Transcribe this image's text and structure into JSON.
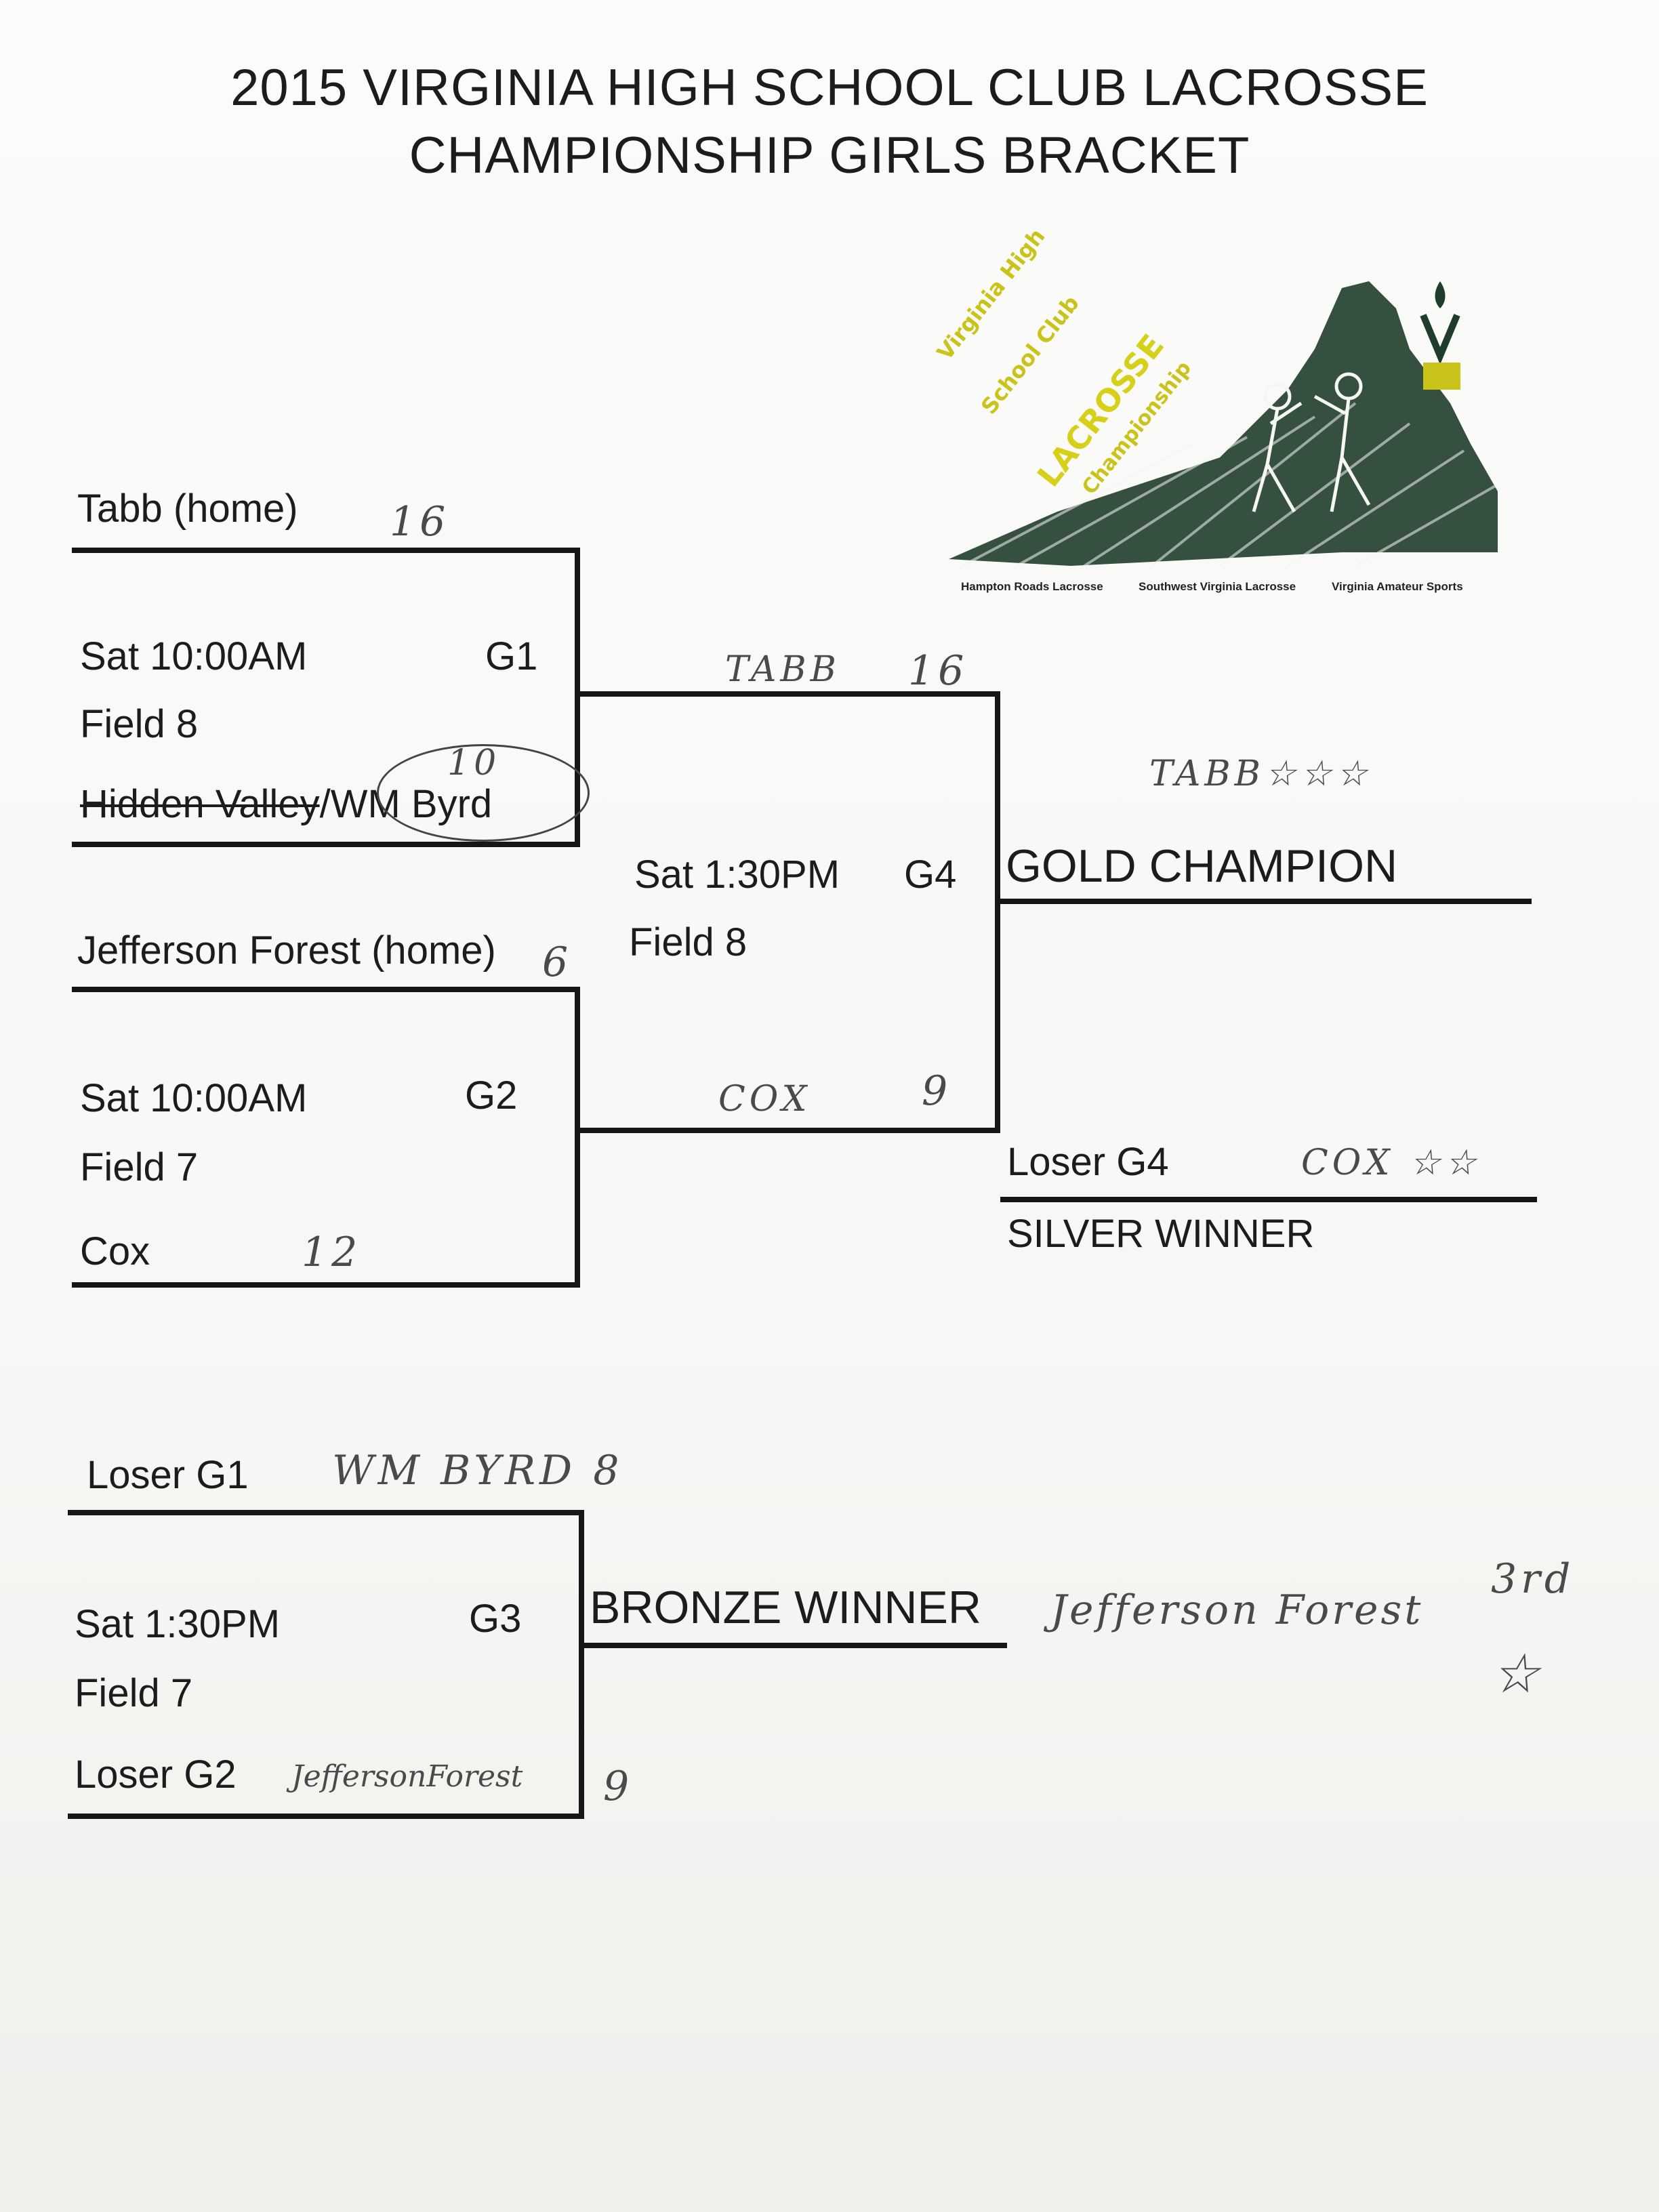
{
  "title": {
    "line1": "2015 VIRGINIA HIGH SCHOOL CLUB LACROSSE",
    "line2": "CHAMPIONSHIP GIRLS BRACKET"
  },
  "logo": {
    "line1": "Virginia High",
    "line2": "School Club",
    "line3": "LACROSSE",
    "line4": "Championship",
    "sponsors": [
      "Hampton Roads Lacrosse",
      "Southwest Virginia Lacrosse",
      "Virginia Amateur Sports"
    ],
    "colors": {
      "yellow": "#d6d018",
      "green": "#1f3d2a"
    }
  },
  "g1": {
    "team_top": "Tabb (home)",
    "score_top": "16",
    "time": "Sat 10:00AM",
    "game": "G1",
    "field": "Field 8",
    "team_bottom_struck": "Hidden Valley",
    "team_bottom_sep": "/",
    "team_bottom": "WM Byrd",
    "score_bottom": "10"
  },
  "g2": {
    "team_top": "Jefferson Forest (home)",
    "score_top": "6",
    "time": "Sat 10:00AM",
    "game": "G2",
    "field": "Field 7",
    "team_bottom": "Cox",
    "score_bottom": "12"
  },
  "g4": {
    "winner_top": "TABB",
    "score_top": "16",
    "time": "Sat 1:30PM",
    "game": "G4",
    "field": "Field 8",
    "winner_bottom": "COX",
    "score_bottom": "9"
  },
  "gold": {
    "label": "GOLD CHAMPION",
    "winner": "TABB",
    "stars": "☆☆☆"
  },
  "silver": {
    "label_top": "Loser G4",
    "winner": "COX",
    "stars": "☆☆",
    "label": "SILVER WINNER"
  },
  "g3": {
    "team_top": "Loser G1",
    "hand_top": "WM BYRD",
    "score_top": "8",
    "time": "Sat 1:30PM",
    "game": "G3",
    "field": "Field 7",
    "team_bottom": "Loser G2",
    "hand_bottom": "JeffersonForest",
    "score_bottom": "9"
  },
  "bronze": {
    "label": "BRONZE WINNER",
    "winner": "Jefferson Forest",
    "place": "3rd",
    "star": "☆"
  }
}
